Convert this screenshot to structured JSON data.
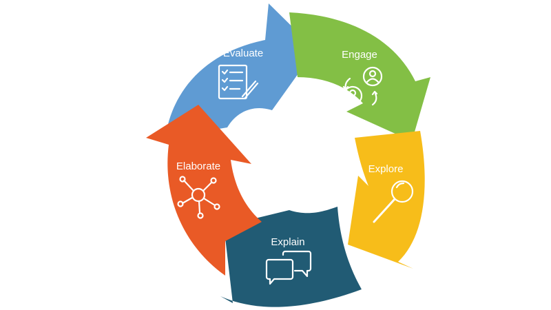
{
  "diagram": {
    "segments": [
      {
        "id": "evaluate",
        "label": "Evaluate",
        "color": "#5f9bd3",
        "icon": "checklist-icon"
      },
      {
        "id": "engage",
        "label": "Engage",
        "color": "#83bf45",
        "icon": "people-exchange-icon"
      },
      {
        "id": "explore",
        "label": "Explore",
        "color": "#f7bd1a",
        "icon": "magnifier-icon"
      },
      {
        "id": "explain",
        "label": "Explain",
        "color": "#215b74",
        "icon": "speech-bubbles-icon"
      },
      {
        "id": "elaborate",
        "label": "Elaborate",
        "color": "#e95a26",
        "icon": "network-icon"
      }
    ]
  }
}
